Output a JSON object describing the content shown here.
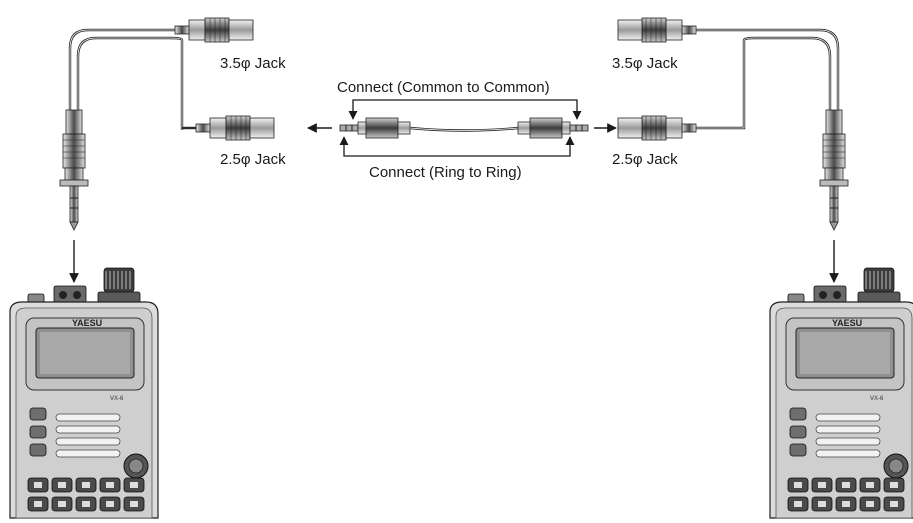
{
  "labels": {
    "jack35": "3.5φ Jack",
    "jack25": "2.5φ Jack",
    "connect_common": "Connect (Common to Common)",
    "connect_ring": "Connect (Ring to Ring)"
  },
  "radio": {
    "brand": "YAESU",
    "model": "VX-6"
  },
  "colors": {
    "line": "#1a1a1a",
    "jack_body": "#8a8a8a",
    "jack_grip": "#555555",
    "radio_body": "#d9d9d9",
    "radio_dark": "#4a4a4a"
  }
}
